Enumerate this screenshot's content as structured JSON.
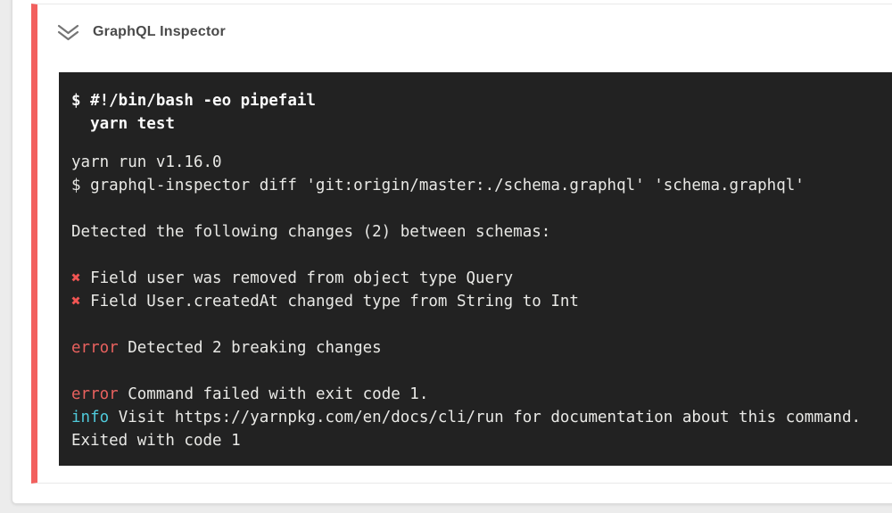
{
  "header": {
    "title": "GraphQL Inspector",
    "collapse_icon": "chevrons-down-icon"
  },
  "terminal": {
    "command_lines": [
      "$ #!/bin/bash -eo pipefail",
      "  yarn test"
    ],
    "output_lines": [
      [
        {
          "t": "yarn run v1.16.0",
          "s": "plain"
        }
      ],
      [
        {
          "t": "$ graphql-inspector diff 'git:origin/master:./schema.graphql' 'schema.graphql'",
          "s": "plain"
        }
      ],
      [],
      [
        {
          "t": "Detected the following changes (2) between schemas:",
          "s": "plain"
        }
      ],
      [],
      [
        {
          "t": "✖",
          "s": "cross"
        },
        {
          "t": " Field user was removed from object type Query",
          "s": "plain"
        }
      ],
      [
        {
          "t": "✖",
          "s": "cross"
        },
        {
          "t": " Field User.createdAt changed type from String to Int",
          "s": "plain"
        }
      ],
      [],
      [
        {
          "t": "error",
          "s": "error"
        },
        {
          "t": " Detected 2 breaking changes",
          "s": "plain"
        }
      ],
      [],
      [
        {
          "t": "error",
          "s": "error"
        },
        {
          "t": " Command failed with exit code 1.",
          "s": "plain"
        }
      ],
      [
        {
          "t": "info",
          "s": "info"
        },
        {
          "t": " Visit https://yarnpkg.com/en/docs/cli/run for documentation about this command.",
          "s": "plain"
        }
      ],
      [
        {
          "t": "Exited with code 1",
          "s": "plain"
        }
      ]
    ]
  },
  "colors": {
    "page_bg": "#ececec",
    "card_bg": "#ffffff",
    "card_border": "#dedede",
    "step_border": "#e9e9e9",
    "red_bar": "#f2605e",
    "term_bg": "#222222",
    "term_text": "#e9e9e6",
    "term_bold": "#fafafa",
    "cross": "#f15553",
    "error": "#e8615e",
    "info": "#4fc9da",
    "header_text": "#4a4a4a",
    "icon": "#757575"
  }
}
